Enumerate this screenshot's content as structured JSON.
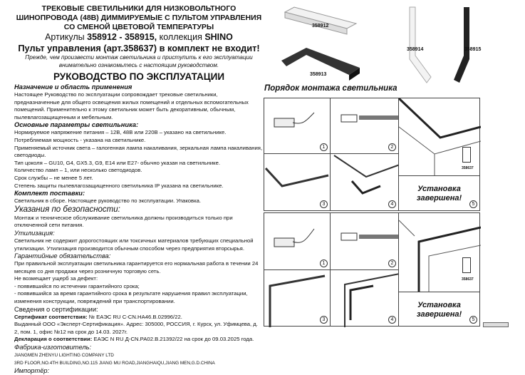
{
  "header": {
    "title_lines": [
      "ТРЕКОВЫЕ СВЕТИЛЬНИКИ ДЛЯ НИЗКОВОЛЬТНОГО",
      "ШИНОПРОВОДА (48В) ДИММИРУЕМЫЕ С ПУЛЬТОМ УПРАВЛЕНИЯ",
      "СО СМЕНОЙ ЦВЕТОВОЙ ТЕМПЕРАТУРЫ"
    ],
    "articles_prefix": "Артикулы ",
    "articles": "358912 - 358915,",
    "collection_prefix": " коллекция ",
    "collection": "SHINO",
    "remote_warning": "Пульт управления (арт.358637) в комплект не входит!",
    "note": "Прежде, чем произвести монтаж светильника и приступить к его эксплуатации внимательно ознакомьтесь с настоящим руководством.",
    "manual_title": "РУКОВОДСТВО ПО ЭКСПЛУАТАЦИИ"
  },
  "sections": {
    "purpose_h": "Назначение и область применения",
    "purpose": "Настоящее Руководство по эксплуатации сопровождает трековые светильники, предназначенные для общего освещения жилых помещений и отдельных вспомогательных помещений. Применительно к этому светильник может быть декоративным, обычным, пылевлагозащищенным и мебельным.",
    "params_h": "Основные параметры светильника:",
    "params": [
      "Нормируемое напряжение питания – 12В, 48В или 220В – указано на светильнике.",
      "Потребляемая мощность - указана на светильнике.",
      "Применяемый источник света – галогенная лампа накаливания, зеркальная лампа накаливания, светодиоды.",
      "Тип цоколя – GU10, G4, GX5.3, G9, E14 или E27- обычно указан на светильнике.",
      "Количество ламп – 1, или несколько светодиодов.",
      "Срок службы – не менее 5 лет.",
      "Степень защиты пылевлагозащищенного светильника IP указана на светильнике."
    ],
    "kit_h": "Комплект поставки:",
    "kit": "Светильник в сборе. Настоящее руководство по эксплуатации. Упаковка.",
    "safety_h": "Указания по  безопасности:",
    "safety": "Монтаж и техническое обслуживание светильника должны производиться только при отключенной сети питания.",
    "disposal_h": "Утилизация:",
    "disposal": "Светильник не содержит дорогостоящих или токсичных материалов требующих специальной утилизации. Утилизация производится обычным способом через предприятия вторсырья.",
    "warranty_h": "Гарантийные обязательства:",
    "warranty": [
      "При правильной эксплуатации светильника гарантируется его нормальная работа в течении 24 месяцев со дня продажи через розничную торговую сеть.",
      "Не возмещает ущерб за дефект:",
      "- появившийся по истечении гарантийного срока;",
      "- появившийся за время гарантийного срока в результате нарушения правил эксплуатации, изменения конструкции, повреждений при транспортировании."
    ],
    "cert_h": "Сведения о сертификации:",
    "cert_label": "Сертификат соответствия:",
    "cert": " № ЕАЭС RU С-CN.НА46.В.02996/22.",
    "cert_issuer": "Выданный  ООО «Эксперт-Сертификация». Адрес: 305000, РОССИЯ, г. Курск, ул. Уфимцева, д. 2, пом. 1, офис №12 на срок до 14.03. 2027г.",
    "decl_label": "Декларация о соответствии:",
    "decl": " ЕАЭС N RU Д-CN.РА02.В.21392/22 на срок до 09.03.2025 года.",
    "factory_h": "Фабрика-изготовитель:",
    "factory": [
      "JIANGMEN ZHENYU LIGHTING COMPANY LTD",
      "3RD FLOOR,NO.4TH BUILDING,NO.115 JIANG MU ROAD,JIANGHAIQU,JIANG MEN,G.D.CHINA"
    ],
    "importer_h": "Импортёр:"
  },
  "products": [
    "358912",
    "358913",
    "358914",
    "358915"
  ],
  "install": {
    "title": "Порядок монтажа светильника",
    "remote_article": "358637",
    "done": [
      "Установка",
      "завершена!"
    ],
    "steps": [
      "1",
      "2",
      "3",
      "4",
      "5"
    ]
  }
}
